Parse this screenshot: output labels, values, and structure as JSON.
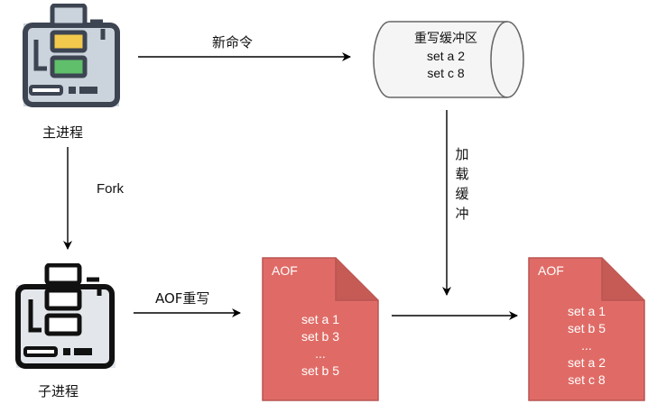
{
  "main_process": {
    "label": "主进程"
  },
  "child_process": {
    "label": "子进程"
  },
  "arrows": {
    "new_command": "新命令",
    "fork": "Fork",
    "aof_rewrite": "AOF重写",
    "load_buffer": [
      "加",
      "载",
      "缓",
      "冲"
    ]
  },
  "rewrite_buffer": {
    "title": "重写缓冲区",
    "lines": [
      "set a 2",
      "set c 8"
    ]
  },
  "aof_old": {
    "title": "AOF",
    "lines": [
      "set a 1",
      "set b 3",
      "...",
      "set b 5"
    ]
  },
  "aof_new": {
    "title": "AOF",
    "lines": [
      "set a 1",
      "set b 5",
      "...",
      "set a 2",
      "set c 8"
    ]
  },
  "colors": {
    "doc_fill": "#e06b66",
    "doc_stroke": "#b85450",
    "cylinder_fill": "#f5f5f5",
    "cylinder_stroke": "#666666",
    "icon_dark": "#3d4452",
    "icon_light": "#cbd3dc",
    "icon_yellow": "#f2c94c",
    "icon_green": "#5fbf6a"
  }
}
